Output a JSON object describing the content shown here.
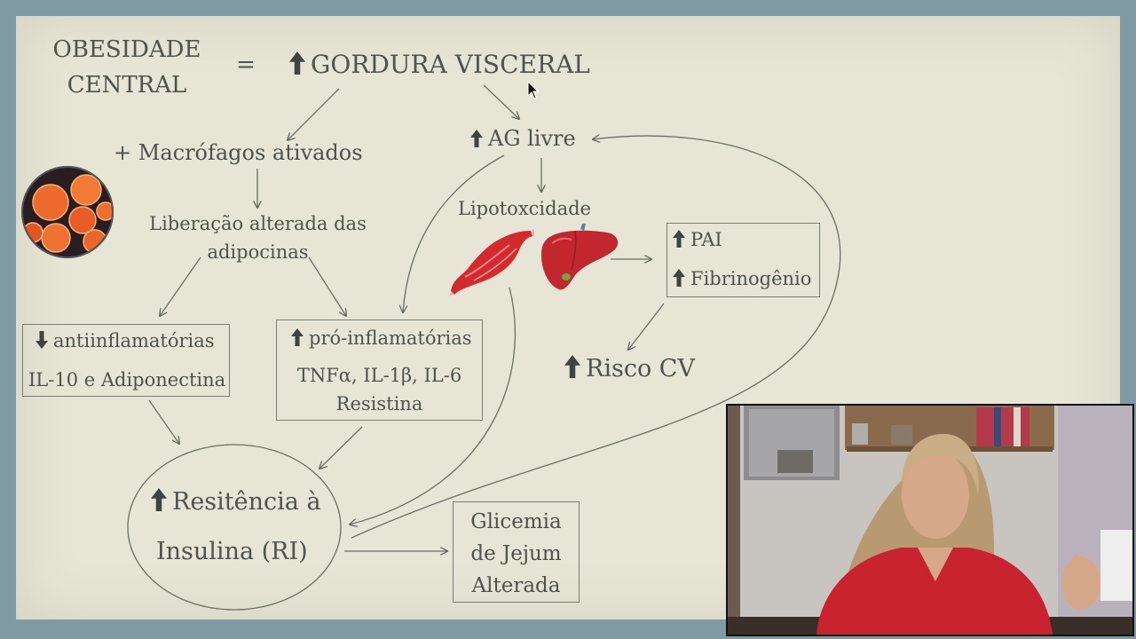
{
  "slide": {
    "title_line1": "OBESIDADE",
    "title_line2": "CENTRAL",
    "equals": "=",
    "gordura": "GORDURA VISCERAL",
    "macrofagos": "+ Macrófagos ativados",
    "ag_livre": "AG livre",
    "lipotox": "Lipotoxcidade",
    "liberacao_line1": "Liberação alterada das",
    "liberacao_line2": "adipocinas",
    "pai": "PAI",
    "fibrinogenio": "Fibrinogênio",
    "risco": "Risco CV",
    "anti_title": "antiinflamatórias",
    "anti_items": "IL-10 e Adiponectina",
    "pro_title": "pró-inflamatórias",
    "pro_items": "TNFα, IL-1β, IL-6",
    "pro_items2": "Resistina",
    "ri_line1": "Resitência à",
    "ri_line2": "Insulina (RI)",
    "gli_line1": "Glicemia",
    "gli_line2": "de Jejum",
    "gli_line3": "Alterada"
  },
  "icons": [
    "arrow-up-icon",
    "arrow-down-icon",
    "adipocyte-cells-icon",
    "muscle-icon",
    "liver-icon",
    "mouse-cursor-icon"
  ],
  "colors": {
    "slide_bg": "#e6e5d6",
    "frame_bg": "#7f9aa3",
    "text": "#4e534c",
    "muscle": "#d42a2e",
    "liver": "#c2262e",
    "presenter_shirt": "#c8232f"
  }
}
